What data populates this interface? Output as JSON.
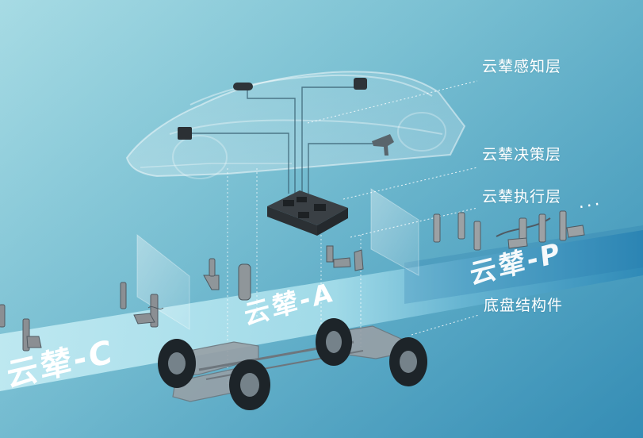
{
  "layers": {
    "perception": "云辇感知层",
    "decision": "云辇决策层",
    "execution": "云辇执行层",
    "chassis": "底盘结构件"
  },
  "variants": {
    "c": "云辇-C",
    "a": "云辇-A",
    "p": "云辇-P",
    "more": "···"
  }
}
